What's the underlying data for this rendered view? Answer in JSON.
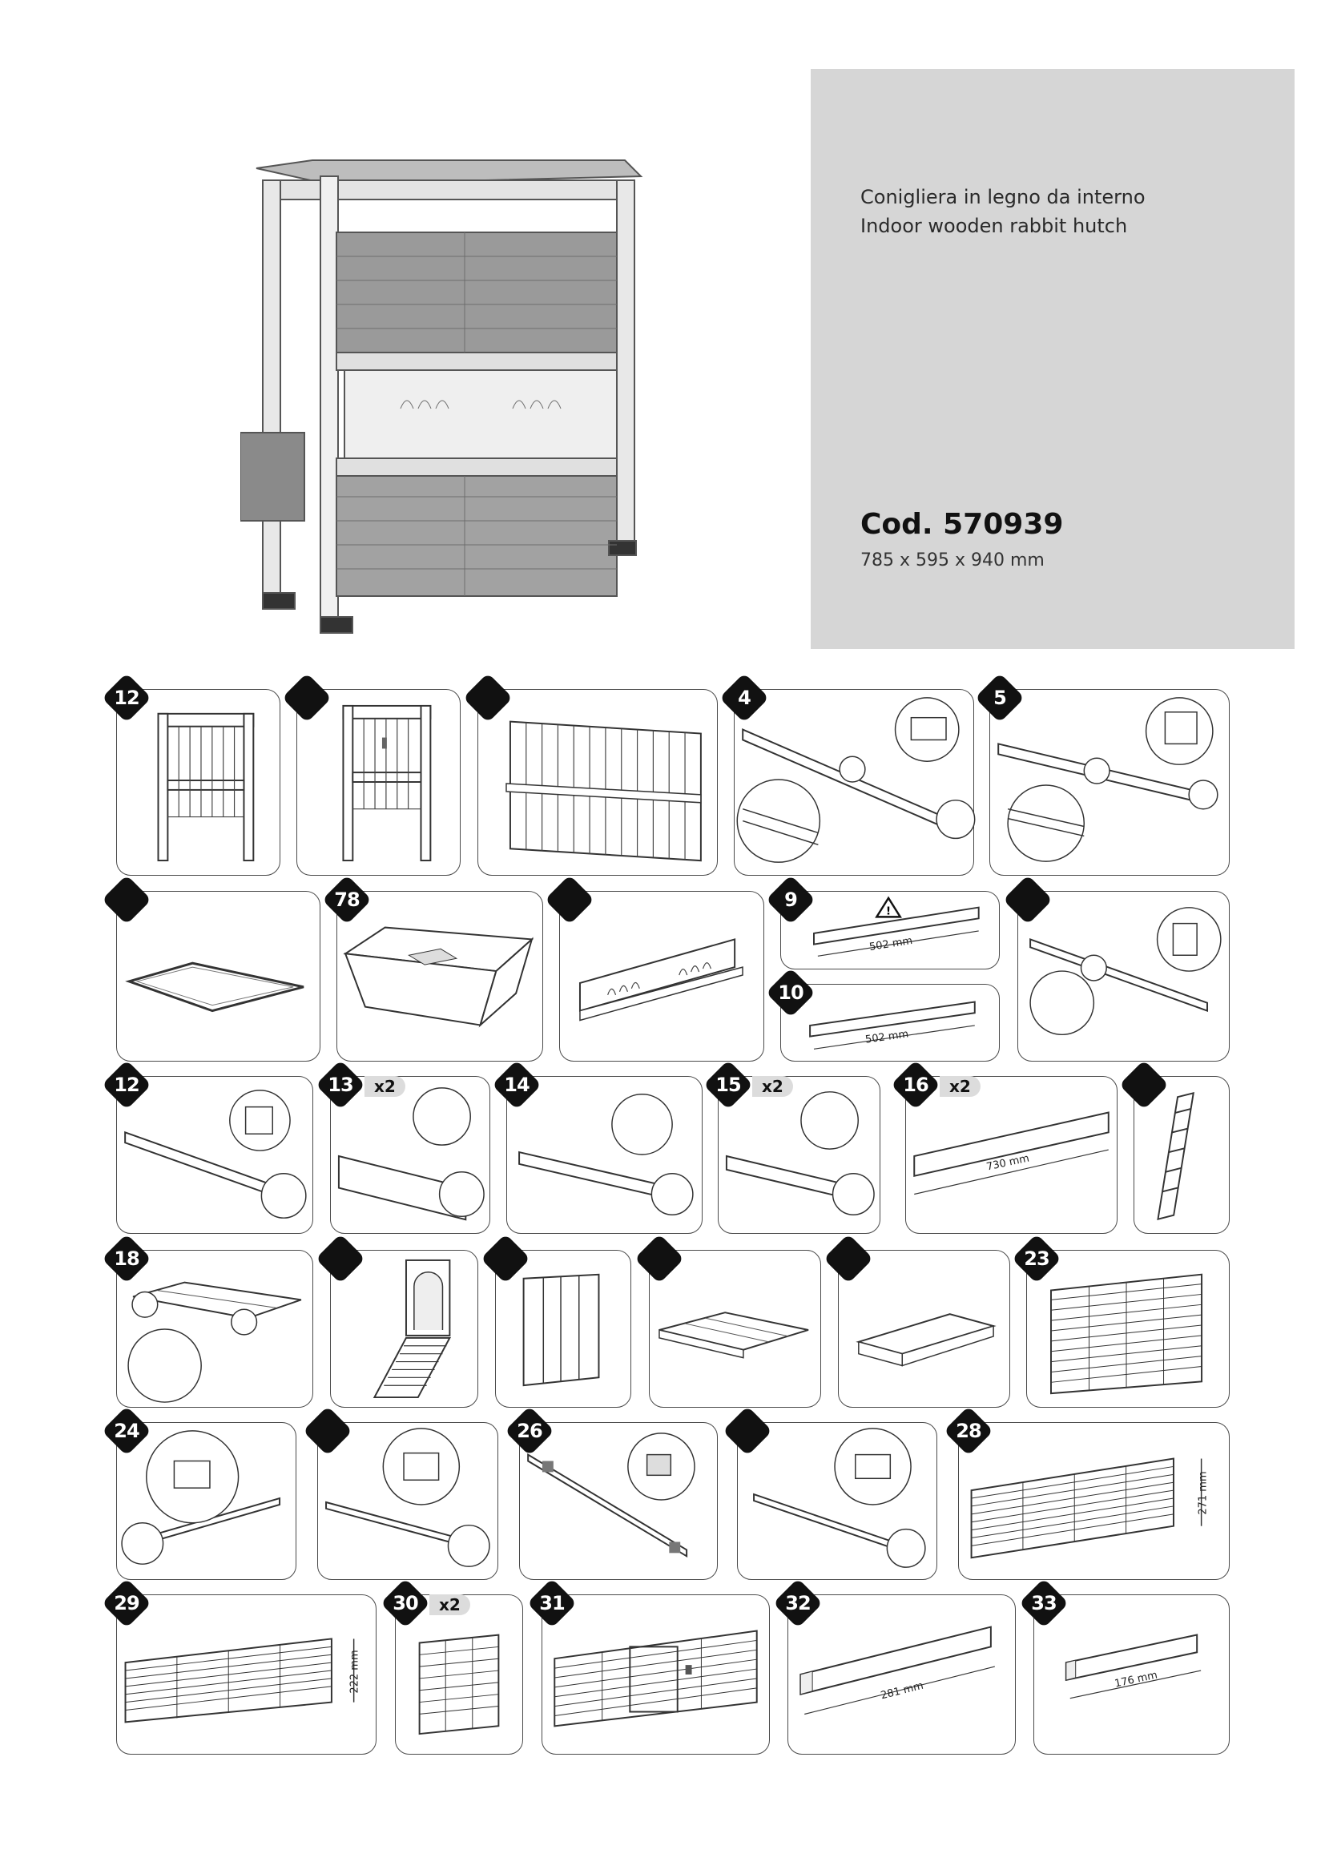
{
  "product": {
    "name_it": "Conigliera in legno da interno",
    "name_en": "Indoor wooden rabbit hutch",
    "code": "Cod. 570939",
    "dimensions": "785 x 595 x 940 mm"
  },
  "parts": {
    "p1": {
      "num": "12",
      "qty": ""
    },
    "p2": {
      "num": "",
      "qty": ""
    },
    "p3": {
      "num": "",
      "qty": ""
    },
    "p4": {
      "num": "4",
      "qty": ""
    },
    "p5": {
      "num": "5",
      "qty": ""
    },
    "p6": {
      "num": "",
      "qty": ""
    },
    "p7": {
      "num": "78",
      "qty": ""
    },
    "p8": {
      "num": "",
      "qty": ""
    },
    "p9": {
      "num": "9",
      "qty": "",
      "dim": "502 mm"
    },
    "p10": {
      "num": "10",
      "qty": "",
      "dim": "502 mm"
    },
    "p11": {
      "num": "",
      "qty": ""
    },
    "p12": {
      "num": "12",
      "qty": ""
    },
    "p13": {
      "num": "13",
      "qty": "x2"
    },
    "p14": {
      "num": "14",
      "qty": ""
    },
    "p15": {
      "num": "15",
      "qty": "x2"
    },
    "p16": {
      "num": "16",
      "qty": "x2",
      "dim": "730 mm"
    },
    "p17": {
      "num": "",
      "qty": ""
    },
    "p18": {
      "num": "18",
      "qty": ""
    },
    "p19": {
      "num": "",
      "qty": ""
    },
    "p20": {
      "num": "",
      "qty": ""
    },
    "p21": {
      "num": "",
      "qty": ""
    },
    "p22": {
      "num": "",
      "qty": ""
    },
    "p23": {
      "num": "23",
      "qty": ""
    },
    "p24": {
      "num": "24",
      "qty": ""
    },
    "p25": {
      "num": "",
      "qty": ""
    },
    "p26": {
      "num": "26",
      "qty": ""
    },
    "p27": {
      "num": "",
      "qty": ""
    },
    "p28": {
      "num": "28",
      "qty": "",
      "dim": "271 mm"
    },
    "p29": {
      "num": "29",
      "qty": "",
      "dim": "222 mm"
    },
    "p30": {
      "num": "30",
      "qty": "x2"
    },
    "p31": {
      "num": "31",
      "qty": ""
    },
    "p32": {
      "num": "32",
      "qty": "",
      "dim": "281 mm"
    },
    "p33": {
      "num": "33",
      "qty": "",
      "dim": "176 mm"
    }
  }
}
